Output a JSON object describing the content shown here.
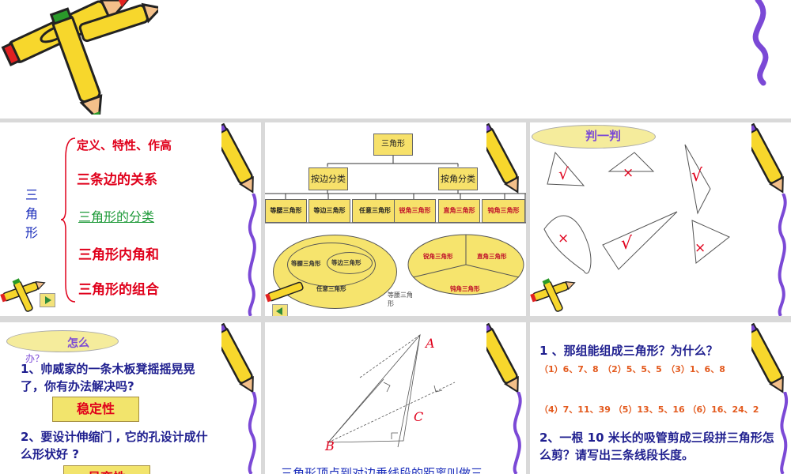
{
  "slides": {
    "s1": {
      "side_title": "三\n角\n形",
      "items": [
        "定义、特性、作高",
        "三条边的关系",
        "三角形的分类",
        "三角形内角和",
        "三角形的组合"
      ]
    },
    "s2": {
      "root": "三角形",
      "by_side": "按边分类",
      "by_angle": "按角分类",
      "side_types": [
        "等腰三角形",
        "等边三角形",
        "任意三角形"
      ],
      "angle_types": [
        "锐角三角形",
        "直角三角形",
        "钝角三角形"
      ],
      "euler_outer": "等腰三角形",
      "euler_inner": "等边三角形",
      "euler_bottom": "任意三角形",
      "pie_left": "锐角三角形",
      "pie_right": "直角三角形",
      "pie_bottom": "钝角三角形",
      "caption": "等腰三角\n形"
    },
    "s3": {
      "title": "判一判",
      "check": "√",
      "cross": "×"
    },
    "s4": {
      "bubble": "怎么",
      "bubble_tail": "办？",
      "q1": "1、帅威家的一条木板凳摇摇晃晃了，你有办法解决吗?",
      "a1": "稳定性",
      "q2": "2、要设计伸缩门 , 它的孔设计成什么形状好 ?",
      "a2": "易变性"
    },
    "s5": {
      "label_a": "A",
      "label_b": "B",
      "label_c": "C",
      "caption": "三角形顶点到对边垂线段的距离叫做三"
    },
    "s6": {
      "q1": "1 、那组能组成三角形？为什么？",
      "row1": "（1）6、7、8　（2）5、5、5　（3）1、6、8",
      "row2": "（4）7、11、39 （5）13、5、16 （6）16、24、2",
      "q2": "2、一根 10 米长的吸管剪成三段拼三角形怎么剪？请写出三条线段长度。"
    }
  },
  "colors": {
    "red": "#e0001b",
    "blue": "#1a2dbb",
    "yellow": "#f7e16a",
    "purple": "#7b49d6",
    "orange": "#e35a1e",
    "green": "#1f9a3a"
  }
}
